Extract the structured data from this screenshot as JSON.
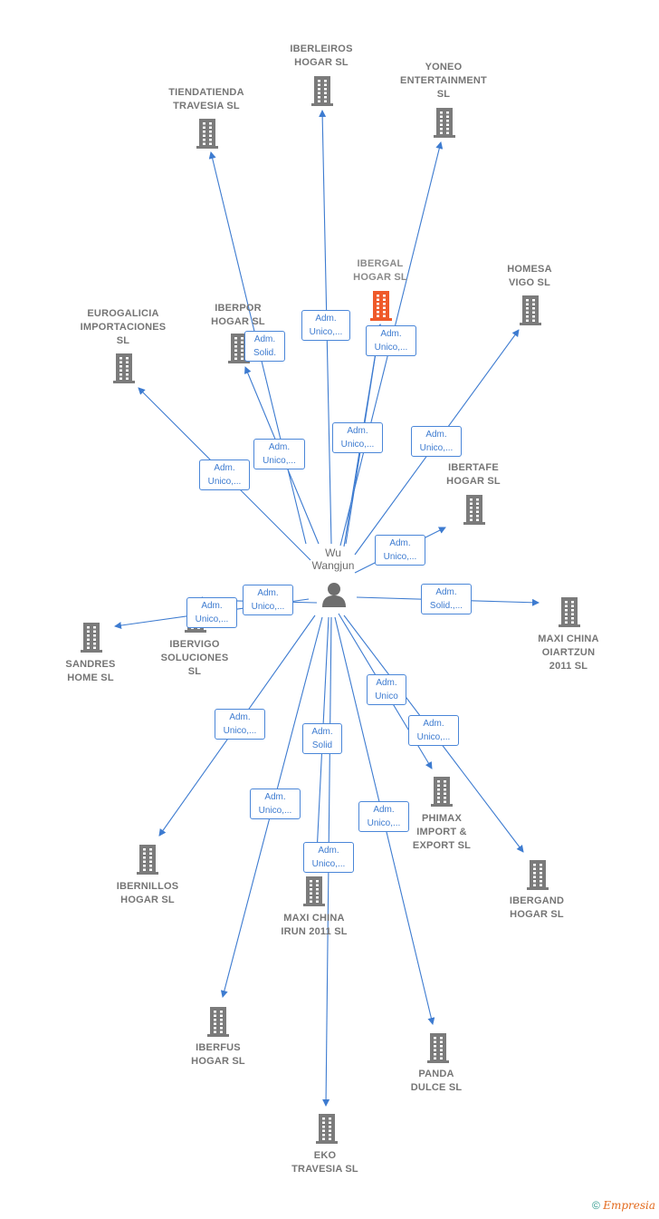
{
  "person": {
    "name": "Wu\nWangjun",
    "icon": "person-icon"
  },
  "colors": {
    "edge": "#3d7bd0",
    "company": "#7b7b7b",
    "highlight": "#ef5a2a"
  },
  "companies": [
    {
      "id": "iberleiros",
      "name": "IBERLEIROS\nHOGAR  SL"
    },
    {
      "id": "tiendatienda",
      "name": "TIENDATIENDA\nTRAVESIA  SL"
    },
    {
      "id": "yoneo",
      "name": "YONEO\nENTERTAINMENT\nSL"
    },
    {
      "id": "ibergal",
      "name": "IBERGAL\nHOGAR  SL",
      "highlight": true
    },
    {
      "id": "homesa",
      "name": "HOMESA\nVIGO  SL"
    },
    {
      "id": "iberpor",
      "name": "IBERPOR\nHOGAR  SL"
    },
    {
      "id": "eurogalicia",
      "name": "EUROGALICIA\nIMPORTACIONES\nSL"
    },
    {
      "id": "ibertafe",
      "name": "IBERTAFE\nHOGAR  SL"
    },
    {
      "id": "maxichinaoiartzun",
      "name": "MAXI CHINA\nOIARTZUN\n2011 SL"
    },
    {
      "id": "sandres",
      "name": "SANDRES\nHOME  SL"
    },
    {
      "id": "ibervigo",
      "name": "IBERVIGO\nSOLUCIONES\nSL"
    },
    {
      "id": "phimax",
      "name": "PHIMAX\nIMPORT &\nEXPORT SL"
    },
    {
      "id": "ibernillos",
      "name": "IBERNILLOS\nHOGAR  SL"
    },
    {
      "id": "ibergand",
      "name": "IBERGAND\nHOGAR  SL"
    },
    {
      "id": "maxichinairun",
      "name": "MAXI CHINA\nIRUN 2011 SL"
    },
    {
      "id": "iberfus",
      "name": "IBERFUS\nHOGAR  SL"
    },
    {
      "id": "panda",
      "name": "PANDA\nDULCE  SL"
    },
    {
      "id": "eko",
      "name": "EKO\nTRAVESIA  SL"
    }
  ],
  "relations": [
    {
      "target": "iberleiros",
      "role": "Adm.\nUnico,..."
    },
    {
      "target": "tiendatienda",
      "role": "Adm.\nUnico,..."
    },
    {
      "target": "yoneo",
      "role": "Adm.\nUnico,..."
    },
    {
      "target": "ibergal",
      "role": "Adm.\nUnico,..."
    },
    {
      "target": "homesa",
      "role": "Adm.\nUnico,..."
    },
    {
      "target": "iberpor",
      "role": "Adm.\nSolid."
    },
    {
      "target": "eurogalicia",
      "role": "Adm.\nUnico,..."
    },
    {
      "target": "ibertafe",
      "role": "Adm.\nUnico,..."
    },
    {
      "target": "maxichinaoiartzun",
      "role": "Adm.\nSolid.,..."
    },
    {
      "target": "sandres",
      "role": "Adm.\nUnico,..."
    },
    {
      "target": "ibervigo",
      "role": "Adm.\nUnico,..."
    },
    {
      "target": "phimax",
      "role": "Adm.\nUnico"
    },
    {
      "target": "ibernillos",
      "role": "Adm.\nUnico,..."
    },
    {
      "target": "ibergand",
      "role": "Adm.\nUnico,..."
    },
    {
      "target": "maxichinairun",
      "role": "Adm.\nUnico,..."
    },
    {
      "target": "iberfus",
      "role": "Adm.\nUnico,..."
    },
    {
      "target": "panda",
      "role": "Adm.\nUnico,..."
    },
    {
      "target": "eko",
      "role": "Adm.\nSolid"
    },
    {
      "target": "ibergal",
      "role": "Adm.\nUnico,..."
    }
  ],
  "footer": {
    "copyright": "©",
    "brand": "Empresia"
  }
}
